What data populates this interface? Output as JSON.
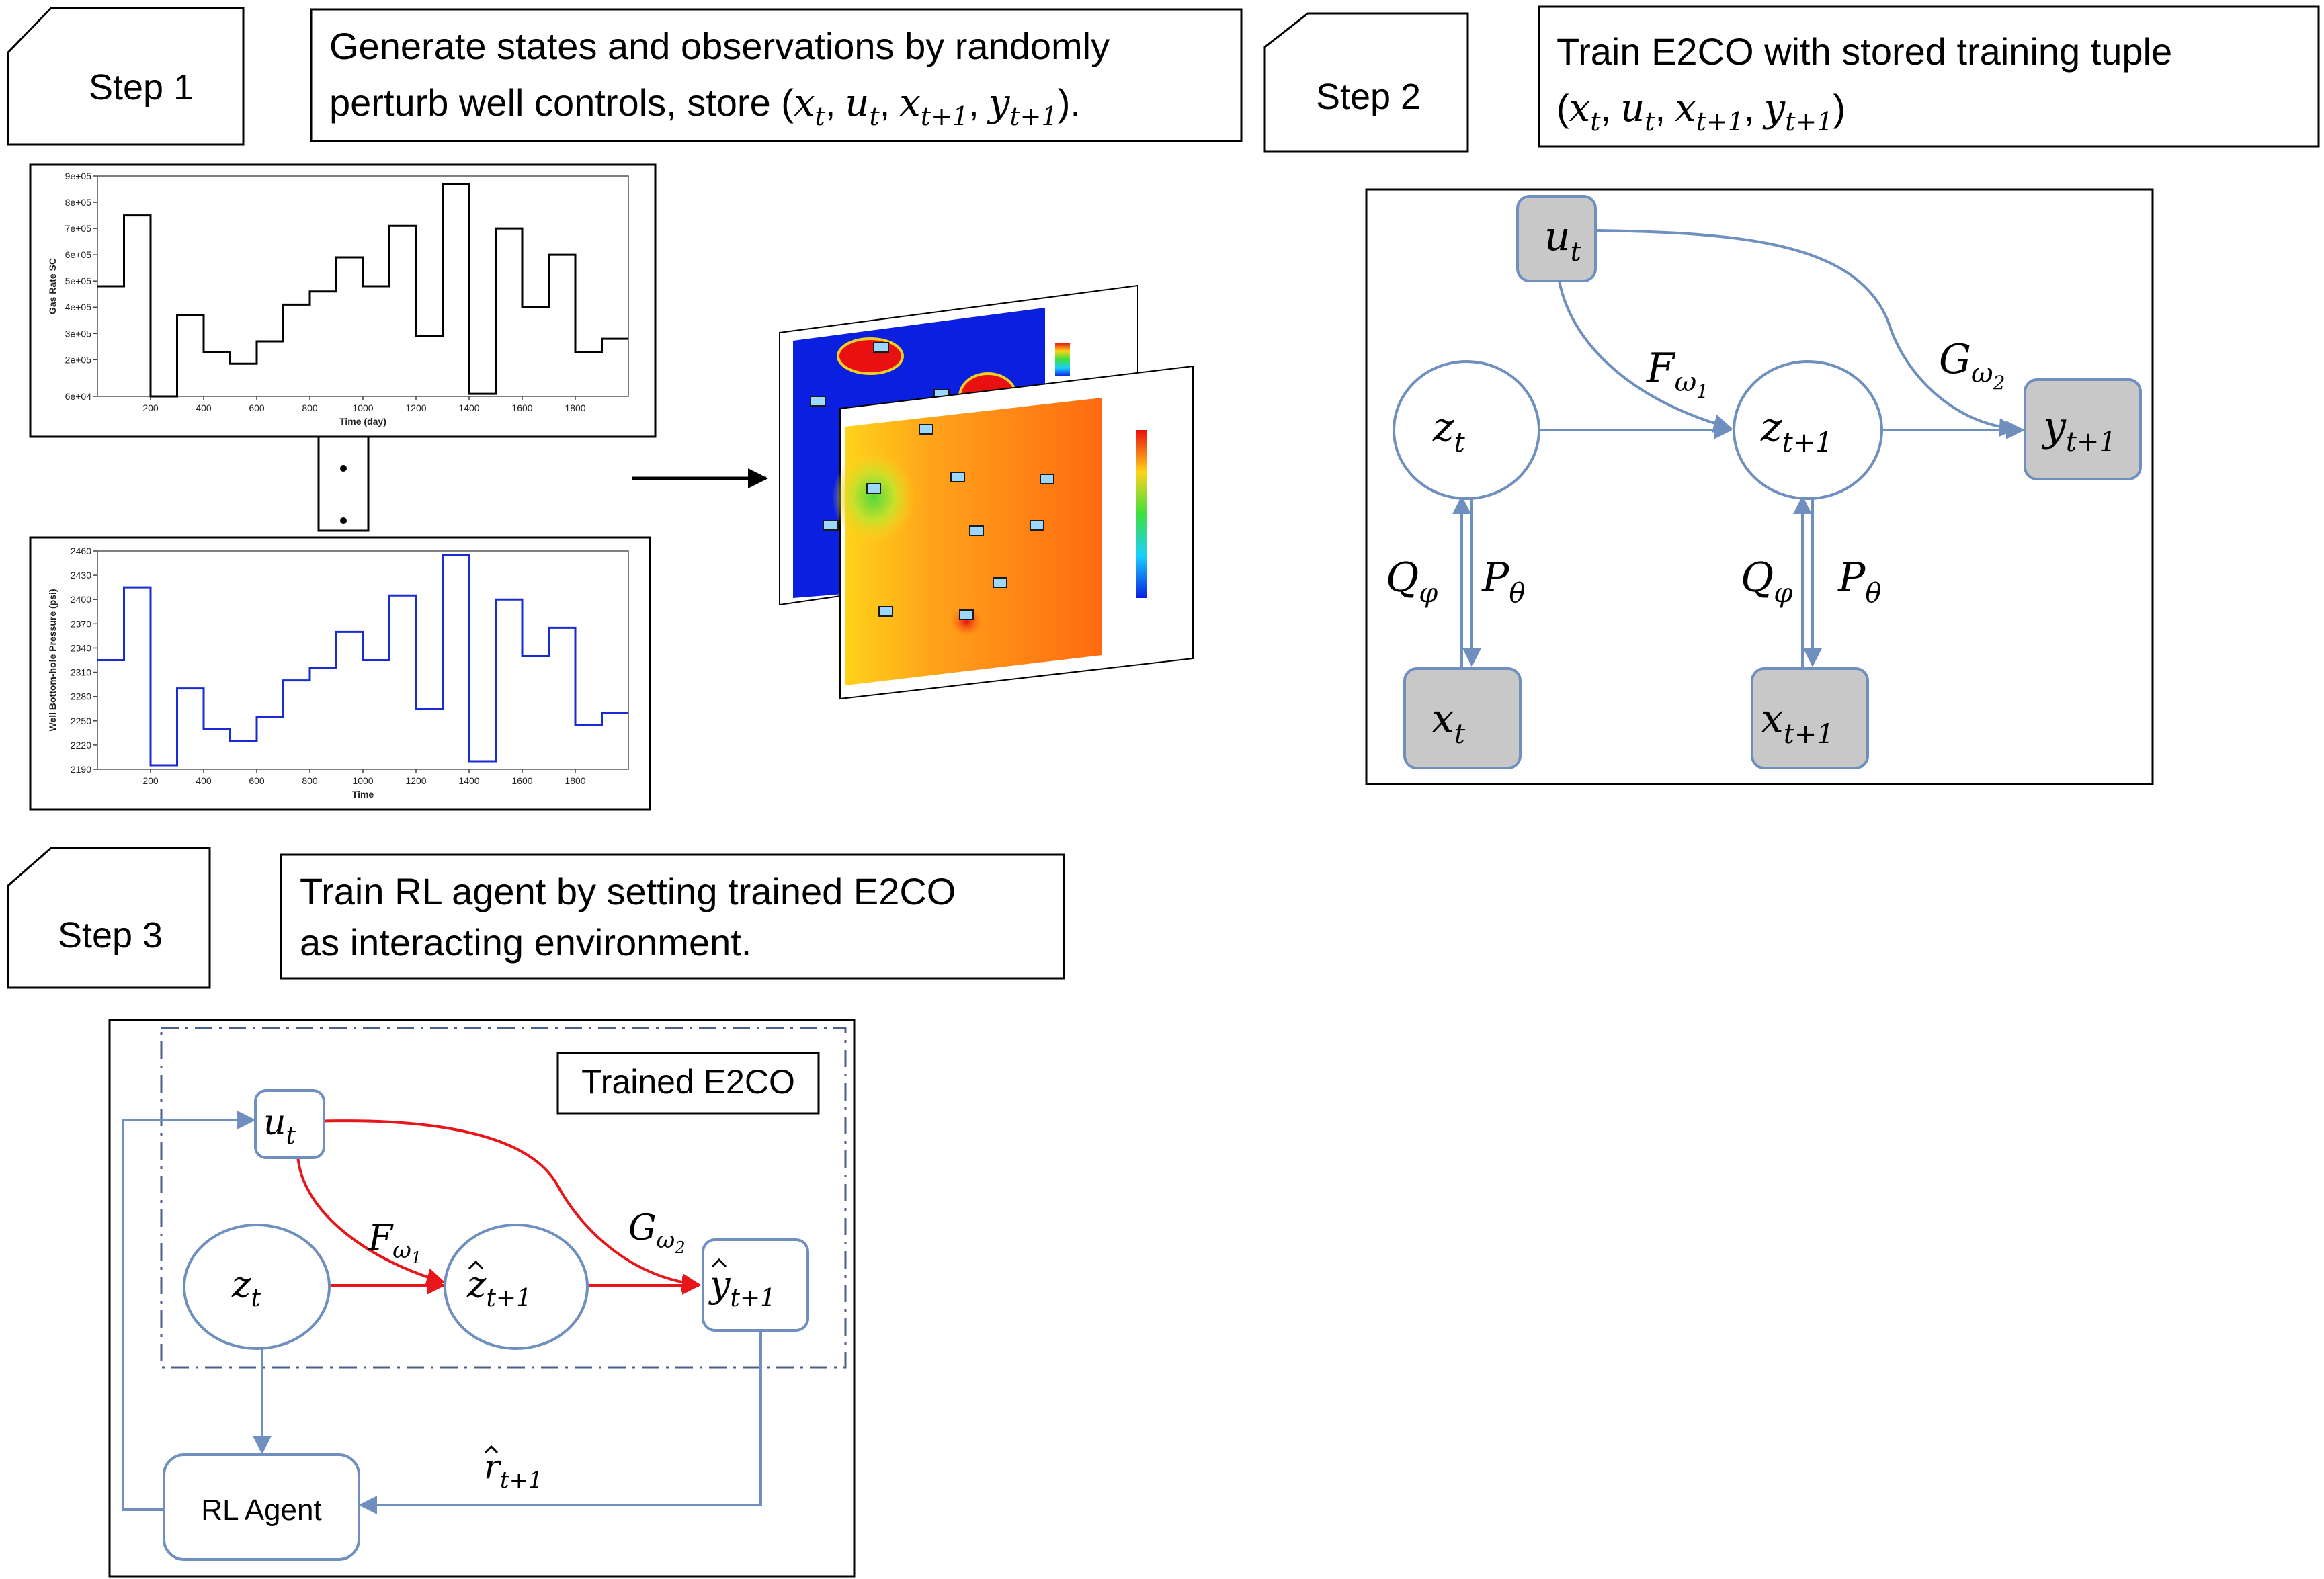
{
  "steps": {
    "step1": {
      "label": "Step 1",
      "desc_line1": "Generate states and observations by randomly",
      "desc_line2_prefix": "perturb well controls,  store ",
      "tuple": "(x",
      "tuple_full": "(x_t, u_t, x_{t+1}, y_{t+1})."
    },
    "step2": {
      "label": "Step 2",
      "desc_line1": "Train E2CO with stored training tuple"
    },
    "step3": {
      "label": "Step 3",
      "desc_line1": "Train RL agent by setting trained E2CO",
      "desc_line2": "as interacting environment."
    }
  },
  "math": {
    "x": "x",
    "u": "u",
    "y": "y",
    "z": "z",
    "t": "t",
    "t1": "t+1",
    "F": "F",
    "G": "G",
    "Q": "Q",
    "P": "P",
    "r": "r",
    "omega": "ω",
    "phi": "φ",
    "theta": "θ",
    "one": "1",
    "two": "2",
    "open_paren": "(",
    "close_paren": ")",
    "close_dot": ").",
    "comma": ","
  },
  "diagram3": {
    "box_label": "Trained E2CO",
    "agent_label": "RL Agent"
  },
  "colors": {
    "node_stroke": "#6f8fbf",
    "node_fill_gray": "#c8c8c8",
    "arrow_blue": "#6f8fbf",
    "arrow_red": "#e8151b",
    "map_blue": "#0a1fe0"
  },
  "chart_data": [
    {
      "type": "line",
      "title": "",
      "xlabel": "Time (day)",
      "ylabel": "Gas Rate SC",
      "xlim": [
        0,
        2000
      ],
      "ylim": [
        60000,
        900000
      ],
      "x_ticks": [
        "200",
        "400",
        "600",
        "800",
        "1000",
        "1200",
        "1400",
        "1600",
        "1800"
      ],
      "y_ticks": [
        "6e+04",
        "2e+05",
        "3e+05",
        "4e+05",
        "5e+05",
        "6e+05",
        "7e+05",
        "8e+05",
        "9e+05"
      ],
      "y_tick_values": [
        60000,
        200000,
        300000,
        400000,
        500000,
        600000,
        700000,
        800000,
        900000
      ],
      "color": "#000000",
      "steps": [
        [
          0,
          480000
        ],
        [
          100,
          750000
        ],
        [
          200,
          60000
        ],
        [
          300,
          370000
        ],
        [
          400,
          230000
        ],
        [
          500,
          185000
        ],
        [
          600,
          270000
        ],
        [
          700,
          410000
        ],
        [
          800,
          460000
        ],
        [
          900,
          590000
        ],
        [
          1000,
          480000
        ],
        [
          1100,
          710000
        ],
        [
          1200,
          290000
        ],
        [
          1300,
          870000
        ],
        [
          1400,
          70000
        ],
        [
          1500,
          700000
        ],
        [
          1600,
          400000
        ],
        [
          1700,
          600000
        ],
        [
          1800,
          230000
        ],
        [
          1900,
          280000
        ],
        [
          2000,
          280000
        ]
      ]
    },
    {
      "type": "line",
      "title": "",
      "xlabel": "Time",
      "ylabel": "Well Bottom-hole Pressure (psi)",
      "xlim": [
        0,
        2000
      ],
      "ylim": [
        2190,
        2460
      ],
      "x_ticks": [
        "200",
        "400",
        "600",
        "800",
        "1000",
        "1200",
        "1400",
        "1600",
        "1800"
      ],
      "y_ticks": [
        "2190",
        "2220",
        "2250",
        "2280",
        "2310",
        "2340",
        "2370",
        "2400",
        "2430",
        "2460"
      ],
      "y_tick_values": [
        2190,
        2220,
        2250,
        2280,
        2310,
        2340,
        2370,
        2400,
        2430,
        2460
      ],
      "color": "#1a2bd1",
      "steps": [
        [
          0,
          2325
        ],
        [
          100,
          2415
        ],
        [
          200,
          2195
        ],
        [
          300,
          2290
        ],
        [
          400,
          2240
        ],
        [
          500,
          2225
        ],
        [
          600,
          2255
        ],
        [
          700,
          2300
        ],
        [
          800,
          2315
        ],
        [
          900,
          2360
        ],
        [
          1000,
          2325
        ],
        [
          1100,
          2405
        ],
        [
          1200,
          2265
        ],
        [
          1300,
          2455
        ],
        [
          1400,
          2200
        ],
        [
          1500,
          2400
        ],
        [
          1600,
          2330
        ],
        [
          1700,
          2365
        ],
        [
          1800,
          2245
        ],
        [
          1900,
          2260
        ],
        [
          2000,
          2260
        ]
      ]
    }
  ]
}
